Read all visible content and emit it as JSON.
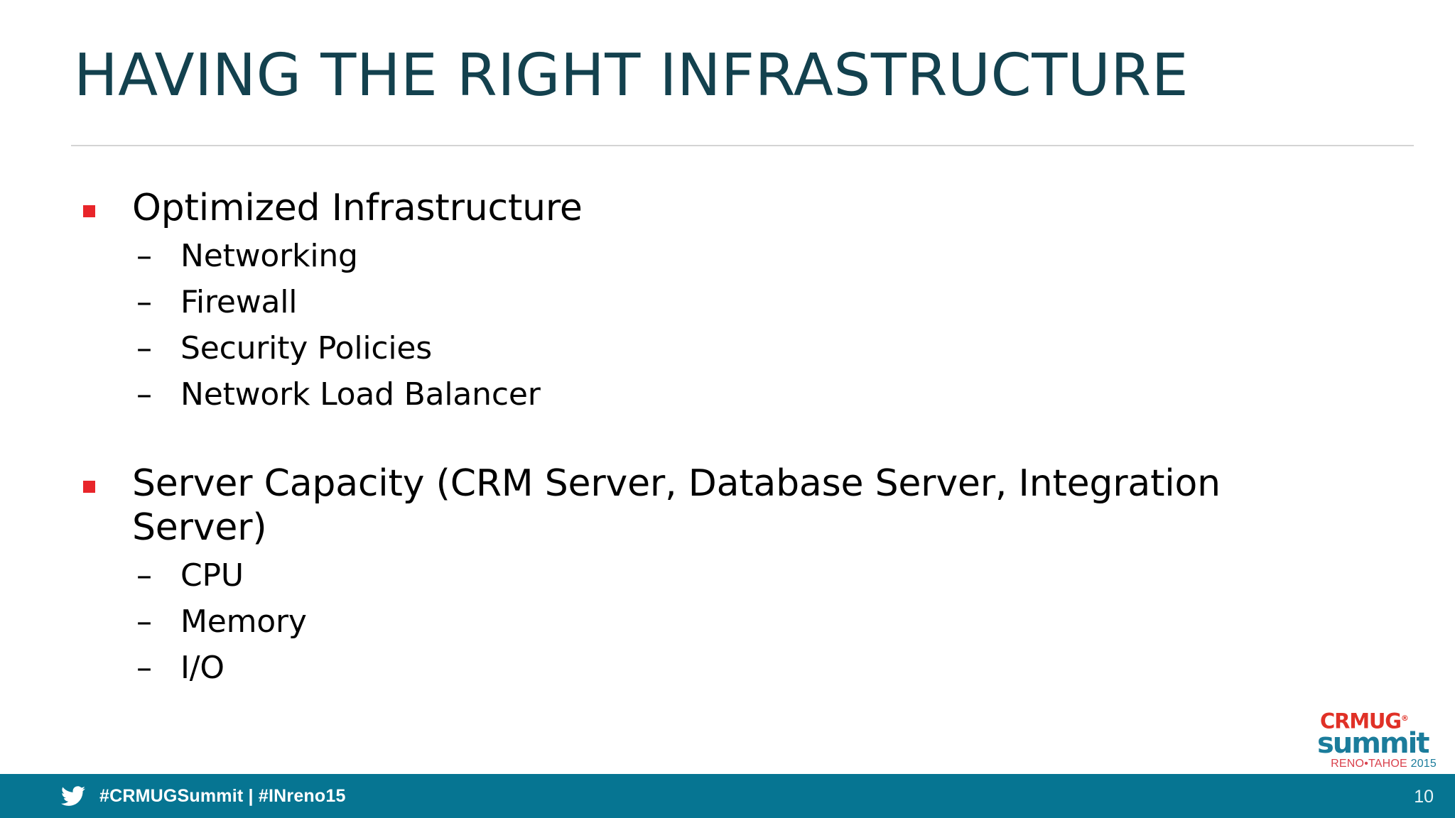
{
  "slide": {
    "title": "HAVING THE RIGHT INFRASTRUCTURE",
    "title_color": "#13414E",
    "background_color": "#FFFFFF",
    "bullet_color": "#E8252A",
    "rule_color": "#D4D4D4",
    "body": [
      {
        "level": 1,
        "bullet": "square-bullet",
        "text": "Optimized Infrastructure"
      },
      {
        "level": 2,
        "bullet": "dash-bullet",
        "text": "Networking"
      },
      {
        "level": 2,
        "bullet": "dash-bullet",
        "text": "Firewall"
      },
      {
        "level": 2,
        "bullet": "dash-bullet",
        "text": "Security Policies"
      },
      {
        "level": 2,
        "bullet": "dash-bullet",
        "text": "Network Load Balancer"
      },
      {
        "level": 1,
        "bullet": "square-bullet",
        "text": "Server Capacity (CRM Server, Database Server, Integration Server)"
      },
      {
        "level": 2,
        "bullet": "dash-bullet",
        "text": "CPU"
      },
      {
        "level": 2,
        "bullet": "dash-bullet",
        "text": "Memory"
      },
      {
        "level": 2,
        "bullet": "dash-bullet",
        "text": "I/O"
      }
    ],
    "dash_glyph": "–"
  },
  "logo": {
    "name": "crmug-summit-logo",
    "crmug": "CRMUG",
    "registered_mark": "®",
    "summit": "summit",
    "location": "RENO•TAHOE",
    "year": "2015",
    "red": "#E03127",
    "teal": "#1B7C9B"
  },
  "footer": {
    "bar_color": "#067592",
    "twitter_icon": "twitter-bird-icon",
    "hashtags": "#CRMUGSummit | #INreno15",
    "slide_number": "10",
    "text_color": "#FFFFFF"
  }
}
